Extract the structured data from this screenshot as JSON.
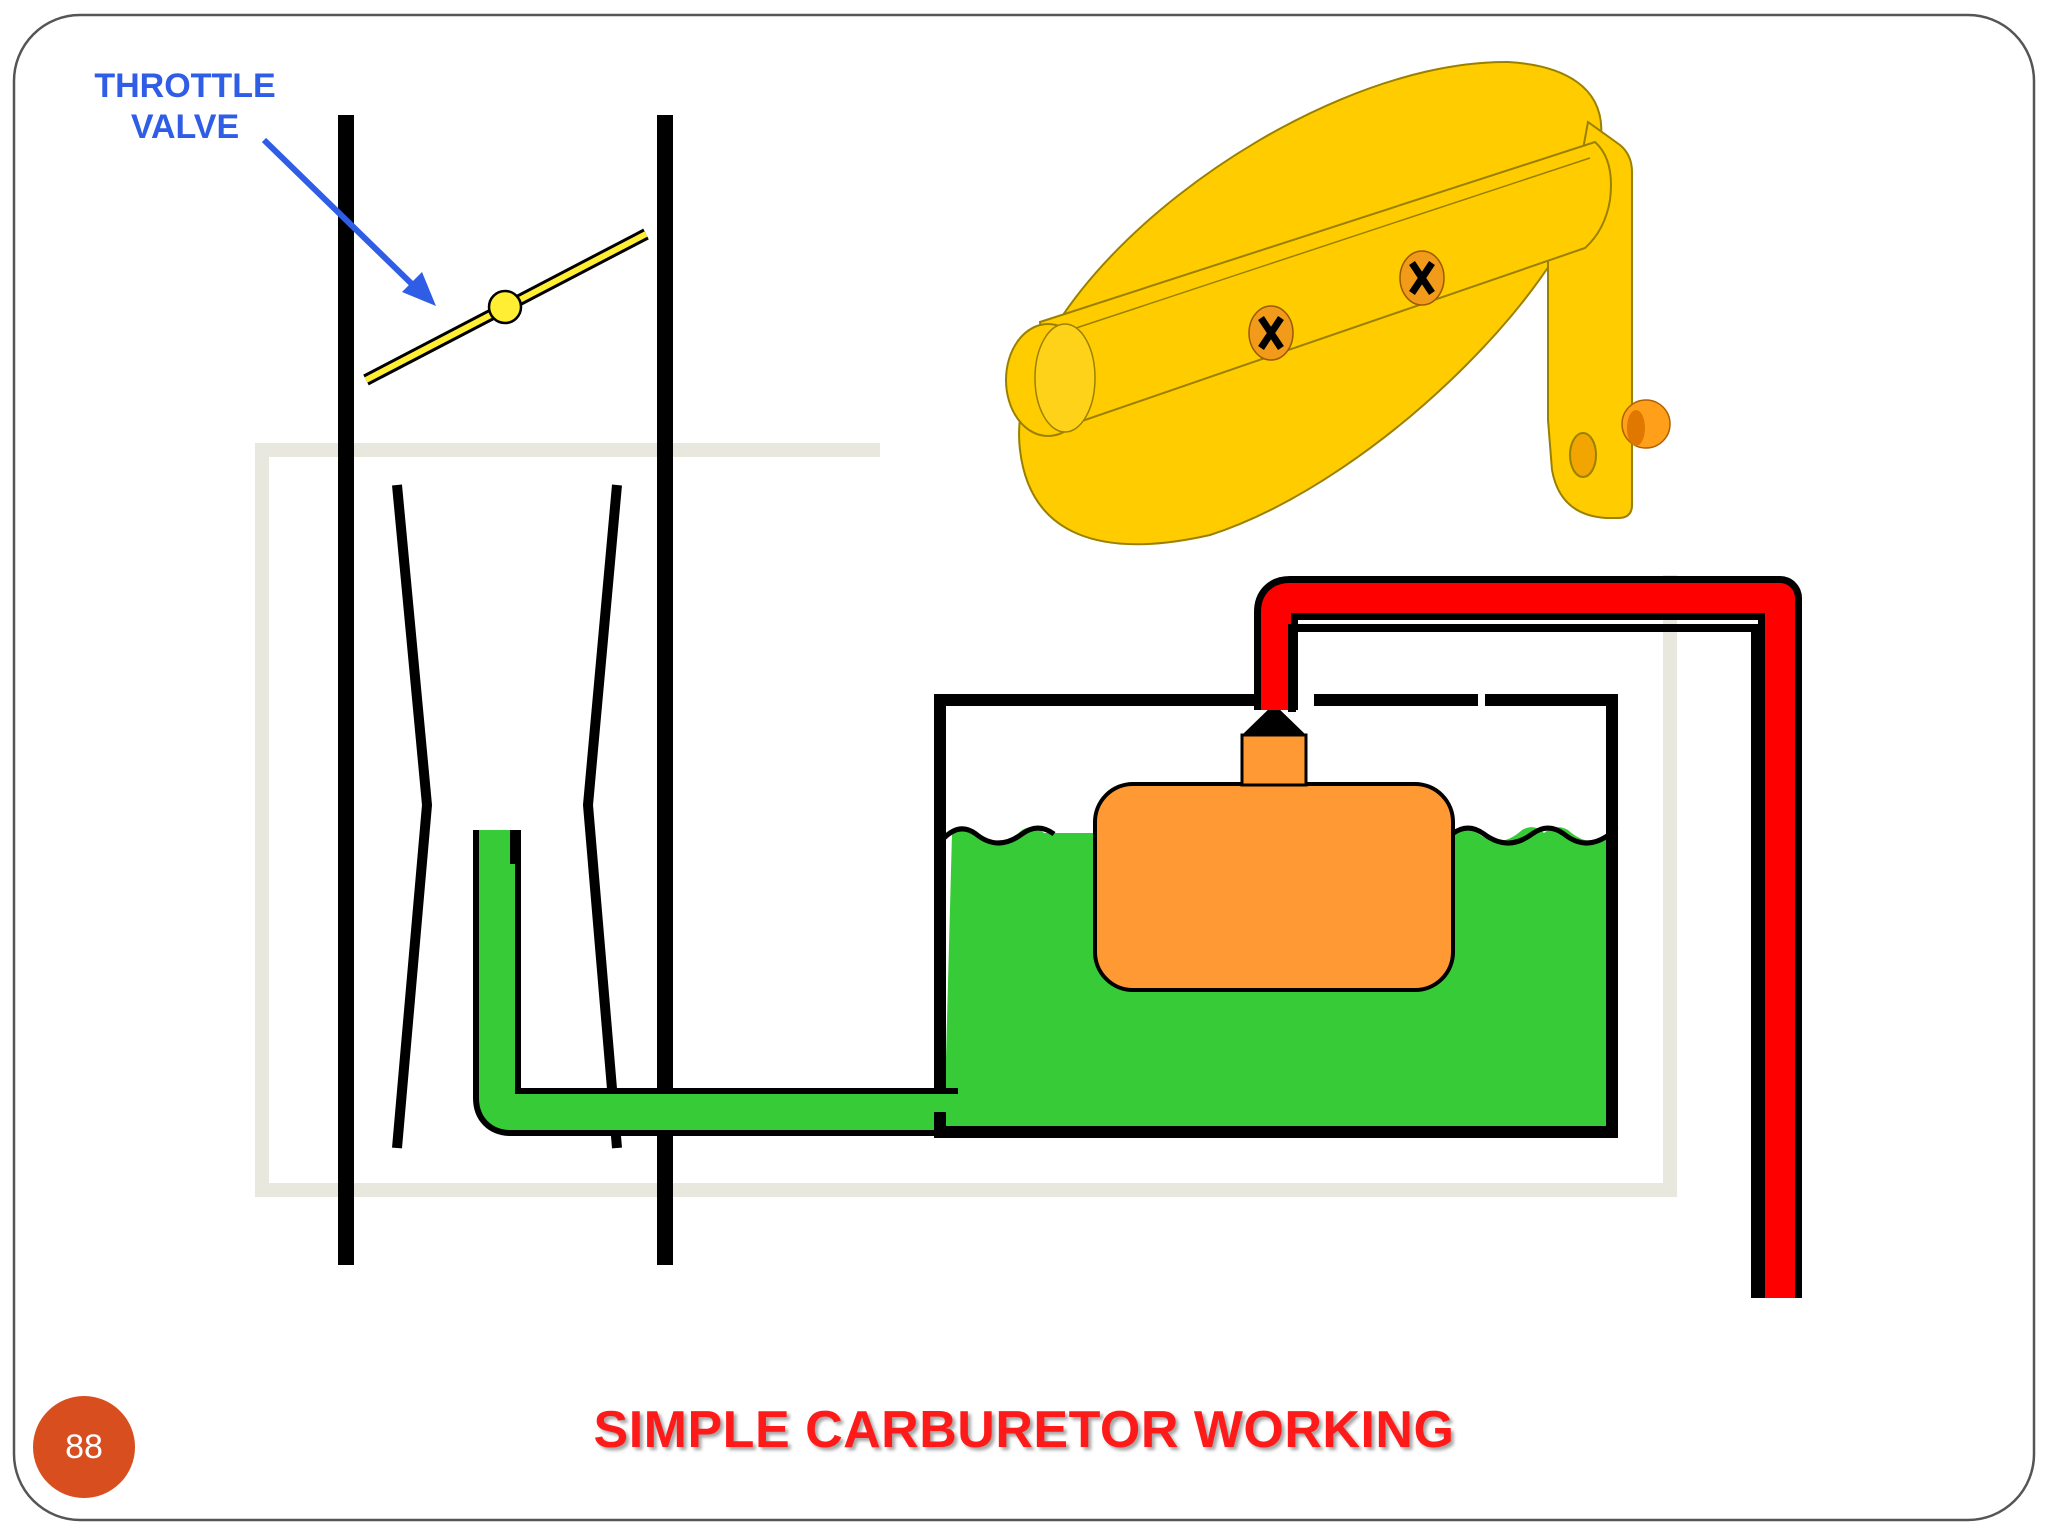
{
  "slide": {
    "title": "SIMPLE CARBURETOR WORKING",
    "page_number": "88"
  },
  "labels": {
    "throttle_line1": "THROTTLE",
    "throttle_line2": "VALVE"
  },
  "colors": {
    "title": "#ff1a1a",
    "label": "#2f5de6",
    "badge": "#d84e1f",
    "fuel": "#37cc37",
    "fuel_supply": "#ff0000",
    "float": "#ff9933",
    "throttle": "#ffee33",
    "choke": "#ffcc00",
    "frame": "#e9e8df",
    "border": "#555555"
  },
  "icons": {
    "throttle_arrow": "arrow-icon",
    "choke_screw": "cross-screw-icon"
  }
}
